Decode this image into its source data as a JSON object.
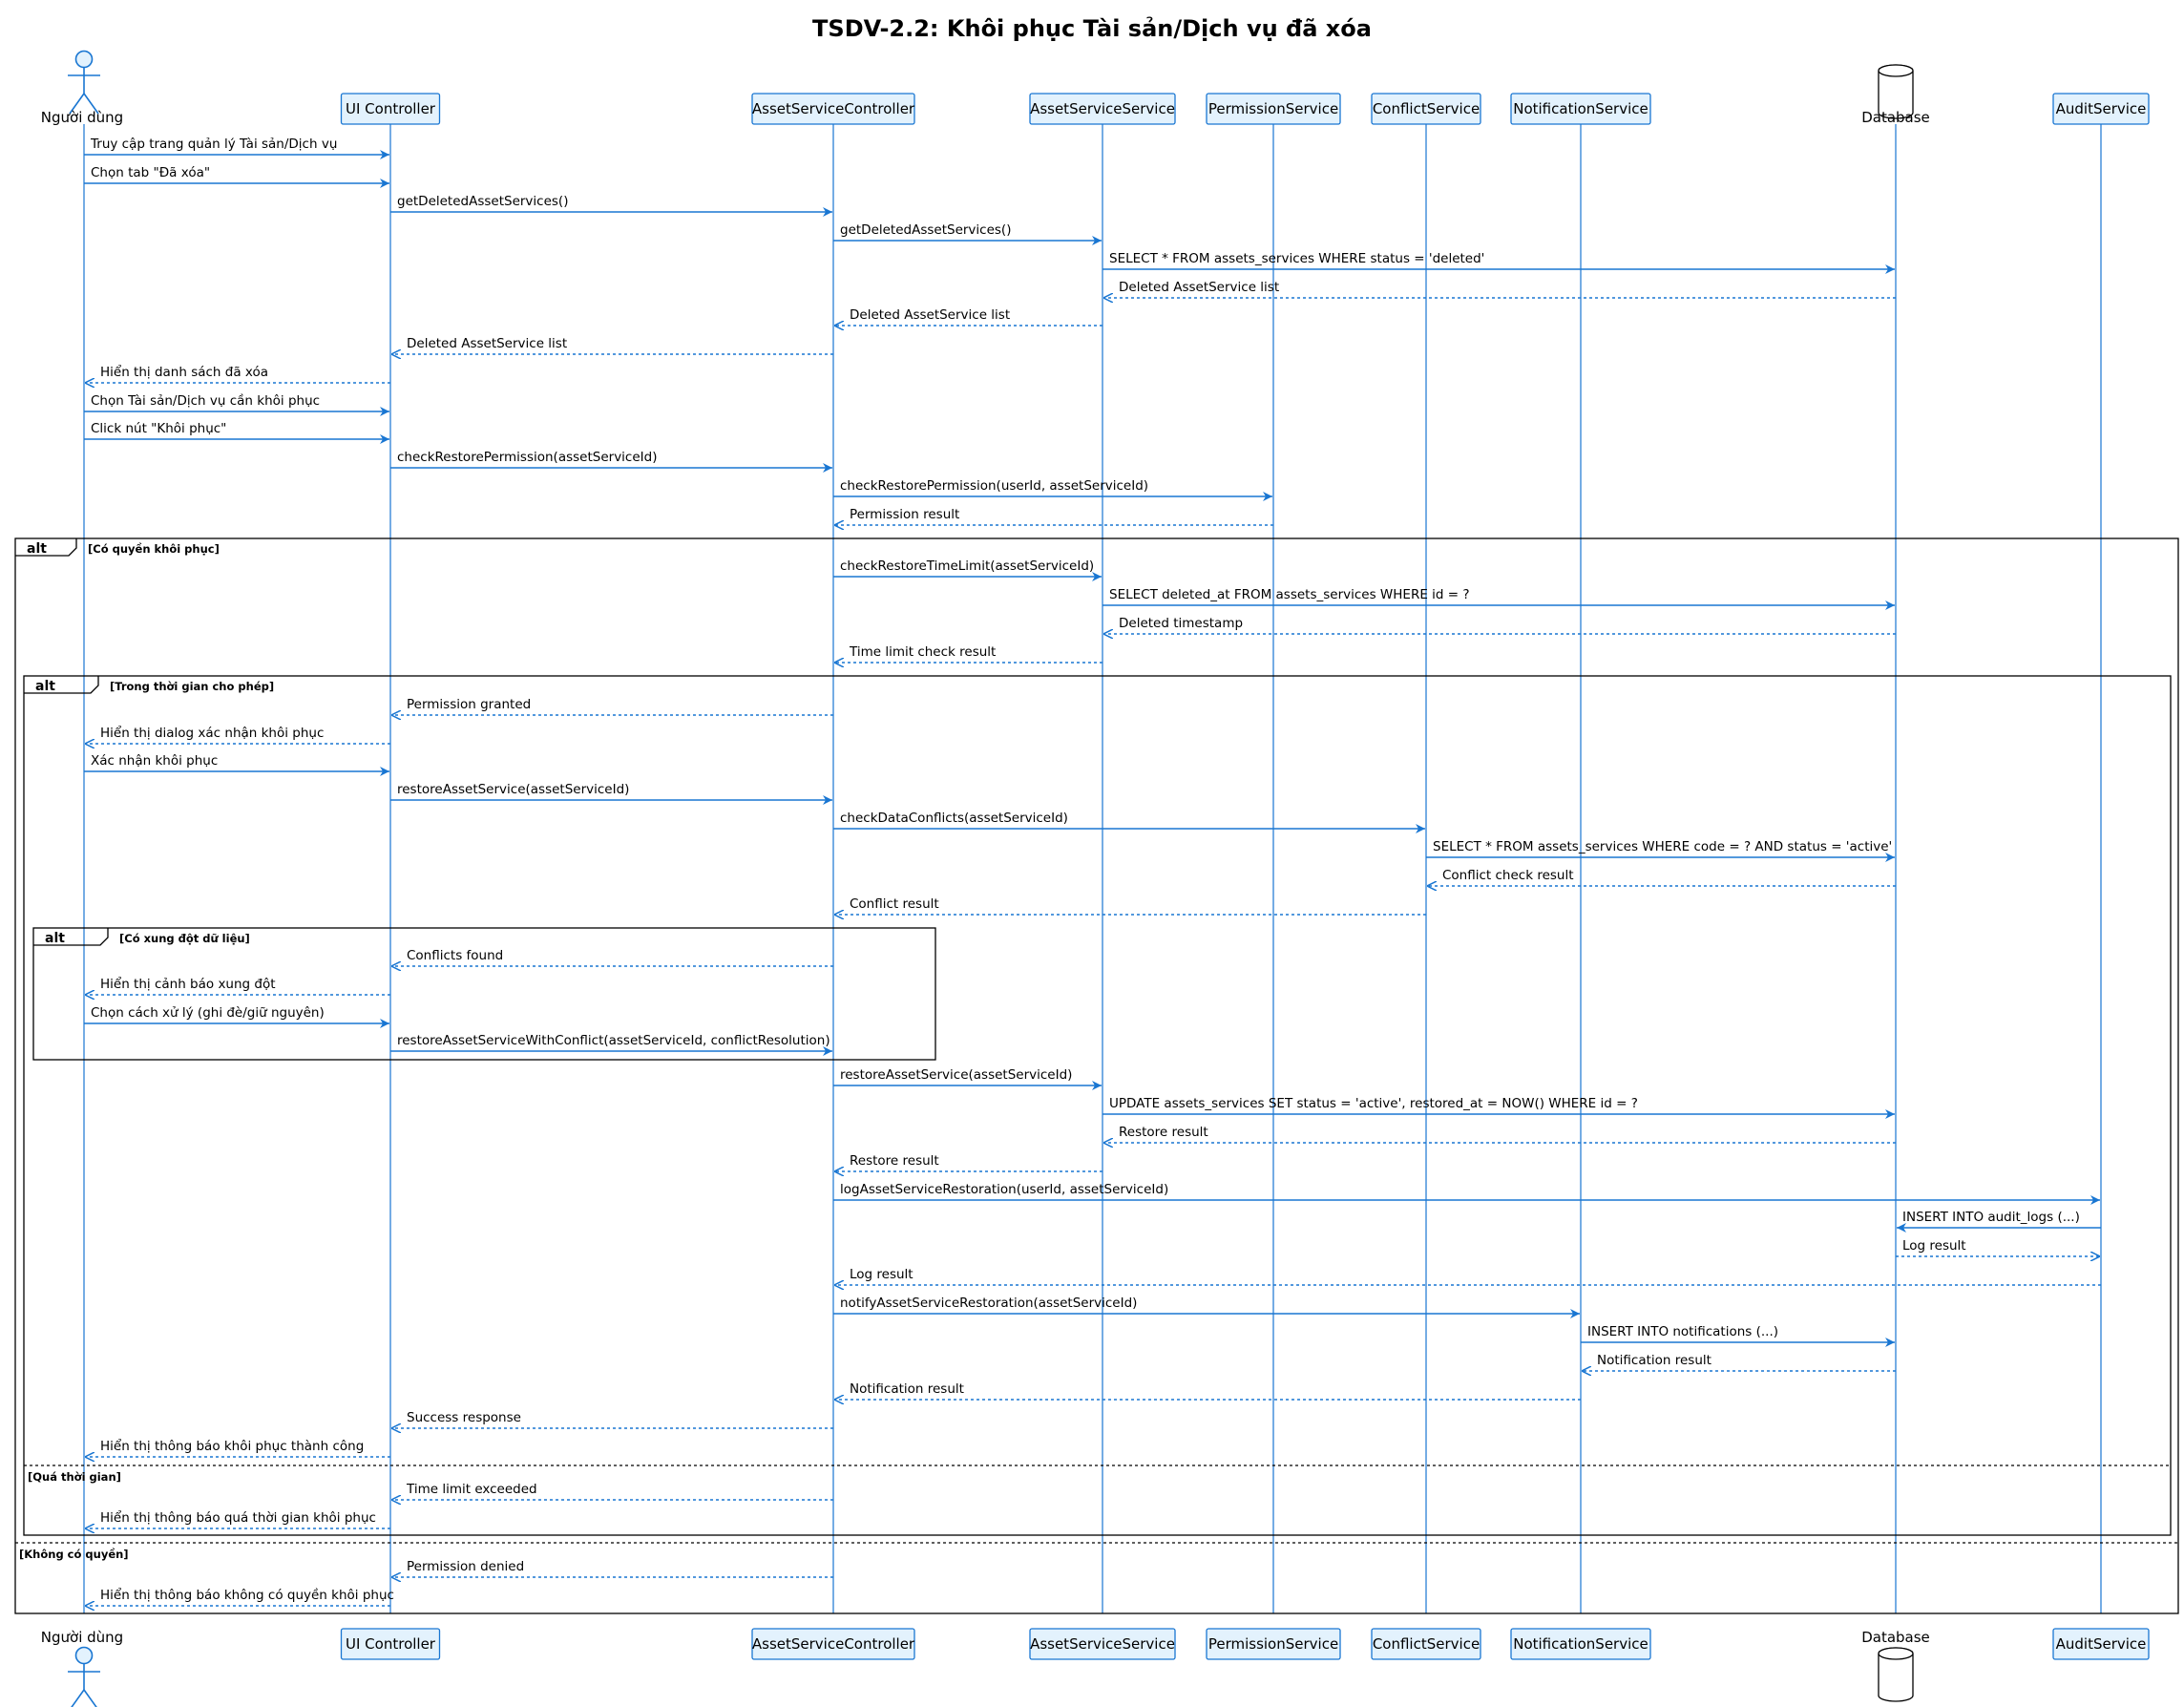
{
  "title": "TSDV-2.2: Khôi phục Tài sản/Dịch vụ đã xóa",
  "colors": {
    "line": "#1976d2",
    "box_fill": "#e3f2fd",
    "box_stroke": "#1976d2",
    "text": "#000000",
    "frame": "#000000"
  },
  "participants": [
    {
      "id": "user",
      "label": "Người dùng",
      "shape": "actor-icon"
    },
    {
      "id": "ui",
      "label": "UI Controller",
      "shape": "box"
    },
    {
      "id": "asc",
      "label": "AssetServiceController",
      "shape": "box"
    },
    {
      "id": "ass",
      "label": "AssetServiceService",
      "shape": "box"
    },
    {
      "id": "perm",
      "label": "PermissionService",
      "shape": "box"
    },
    {
      "id": "conf",
      "label": "ConflictService",
      "shape": "box"
    },
    {
      "id": "notif",
      "label": "NotificationService",
      "shape": "box"
    },
    {
      "id": "db",
      "label": "Database",
      "shape": "database-icon"
    },
    {
      "id": "audit",
      "label": "AuditService",
      "shape": "box"
    }
  ],
  "messages": [
    {
      "from": "user",
      "to": "ui",
      "label": "Truy cập trang quản lý Tài sản/Dịch vụ",
      "kind": "call"
    },
    {
      "from": "user",
      "to": "ui",
      "label": "Chọn tab \"Đã xóa\"",
      "kind": "call"
    },
    {
      "from": "ui",
      "to": "asc",
      "label": "getDeletedAssetServices()",
      "kind": "call"
    },
    {
      "from": "asc",
      "to": "ass",
      "label": "getDeletedAssetServices()",
      "kind": "call"
    },
    {
      "from": "ass",
      "to": "db",
      "label": "SELECT * FROM assets_services WHERE status = 'deleted'",
      "kind": "call"
    },
    {
      "from": "db",
      "to": "ass",
      "label": "Deleted AssetService list",
      "kind": "return"
    },
    {
      "from": "ass",
      "to": "asc",
      "label": "Deleted AssetService list",
      "kind": "return"
    },
    {
      "from": "asc",
      "to": "ui",
      "label": "Deleted AssetService list",
      "kind": "return"
    },
    {
      "from": "ui",
      "to": "user",
      "label": "Hiển thị danh sách đã xóa",
      "kind": "return"
    },
    {
      "from": "user",
      "to": "ui",
      "label": "Chọn Tài sản/Dịch vụ cần khôi phục",
      "kind": "call"
    },
    {
      "from": "user",
      "to": "ui",
      "label": "Click nút \"Khôi phục\"",
      "kind": "call"
    },
    {
      "from": "ui",
      "to": "asc",
      "label": "checkRestorePermission(assetServiceId)",
      "kind": "call"
    },
    {
      "from": "asc",
      "to": "perm",
      "label": "checkRestorePermission(userId, assetServiceId)",
      "kind": "call"
    },
    {
      "from": "perm",
      "to": "asc",
      "label": "Permission result",
      "kind": "return"
    },
    {
      "from": "asc",
      "to": "ass",
      "label": "checkRestoreTimeLimit(assetServiceId)",
      "kind": "call"
    },
    {
      "from": "ass",
      "to": "db",
      "label": "SELECT deleted_at FROM assets_services WHERE id = ?",
      "kind": "call"
    },
    {
      "from": "db",
      "to": "ass",
      "label": "Deleted timestamp",
      "kind": "return"
    },
    {
      "from": "ass",
      "to": "asc",
      "label": "Time limit check result",
      "kind": "return"
    },
    {
      "from": "asc",
      "to": "ui",
      "label": "Permission granted",
      "kind": "return"
    },
    {
      "from": "ui",
      "to": "user",
      "label": "Hiển thị dialog xác nhận khôi phục",
      "kind": "return"
    },
    {
      "from": "user",
      "to": "ui",
      "label": "Xác nhận khôi phục",
      "kind": "call"
    },
    {
      "from": "ui",
      "to": "asc",
      "label": "restoreAssetService(assetServiceId)",
      "kind": "call"
    },
    {
      "from": "asc",
      "to": "conf",
      "label": "checkDataConflicts(assetServiceId)",
      "kind": "call"
    },
    {
      "from": "conf",
      "to": "db",
      "label": "SELECT * FROM assets_services WHERE code = ? AND status = 'active'",
      "kind": "call"
    },
    {
      "from": "db",
      "to": "conf",
      "label": "Conflict check result",
      "kind": "return"
    },
    {
      "from": "conf",
      "to": "asc",
      "label": "Conflict result",
      "kind": "return"
    },
    {
      "from": "asc",
      "to": "ui",
      "label": "Conflicts found",
      "kind": "return"
    },
    {
      "from": "ui",
      "to": "user",
      "label": "Hiển thị cảnh báo xung đột",
      "kind": "return"
    },
    {
      "from": "user",
      "to": "ui",
      "label": "Chọn cách xử lý (ghi đè/giữ nguyên)",
      "kind": "call"
    },
    {
      "from": "ui",
      "to": "asc",
      "label": "restoreAssetServiceWithConflict(assetServiceId, conflictResolution)",
      "kind": "call"
    },
    {
      "from": "asc",
      "to": "ass",
      "label": "restoreAssetService(assetServiceId)",
      "kind": "call"
    },
    {
      "from": "ass",
      "to": "db",
      "label": "UPDATE assets_services SET status = 'active', restored_at = NOW() WHERE id = ?",
      "kind": "call"
    },
    {
      "from": "db",
      "to": "ass",
      "label": "Restore result",
      "kind": "return"
    },
    {
      "from": "ass",
      "to": "asc",
      "label": "Restore result",
      "kind": "return"
    },
    {
      "from": "asc",
      "to": "audit",
      "label": "logAssetServiceRestoration(userId, assetServiceId)",
      "kind": "call"
    },
    {
      "from": "audit",
      "to": "db",
      "label": "INSERT INTO audit_logs (...)",
      "kind": "call"
    },
    {
      "from": "db",
      "to": "audit",
      "label": "Log result",
      "kind": "return"
    },
    {
      "from": "audit",
      "to": "asc",
      "label": "Log result",
      "kind": "return"
    },
    {
      "from": "asc",
      "to": "notif",
      "label": "notifyAssetServiceRestoration(assetServiceId)",
      "kind": "call"
    },
    {
      "from": "notif",
      "to": "db",
      "label": "INSERT INTO notifications (...)",
      "kind": "call"
    },
    {
      "from": "db",
      "to": "notif",
      "label": "Notification result",
      "kind": "return"
    },
    {
      "from": "notif",
      "to": "asc",
      "label": "Notification result",
      "kind": "return"
    },
    {
      "from": "asc",
      "to": "ui",
      "label": "Success response",
      "kind": "return"
    },
    {
      "from": "ui",
      "to": "user",
      "label": "Hiển thị thông báo khôi phục thành công",
      "kind": "return"
    },
    {
      "from": "asc",
      "to": "ui",
      "label": "Time limit exceeded",
      "kind": "return"
    },
    {
      "from": "ui",
      "to": "user",
      "label": "Hiển thị thông báo quá thời gian khôi phục",
      "kind": "return"
    },
    {
      "from": "asc",
      "to": "ui",
      "label": "Permission denied",
      "kind": "return"
    },
    {
      "from": "ui",
      "to": "user",
      "label": "Hiển thị thông báo không có quyền khôi phục",
      "kind": "return"
    }
  ],
  "fragments": [
    {
      "tag": "alt",
      "condition": "[Có quyền khôi phục]",
      "else_conditions": [
        "[Không có quyền]"
      ]
    },
    {
      "tag": "alt",
      "condition": "[Trong thời gian cho phép]",
      "else_conditions": [
        "[Quá thời gian]"
      ]
    },
    {
      "tag": "alt",
      "condition": "[Có xung đột dữ liệu]",
      "else_conditions": []
    }
  ]
}
